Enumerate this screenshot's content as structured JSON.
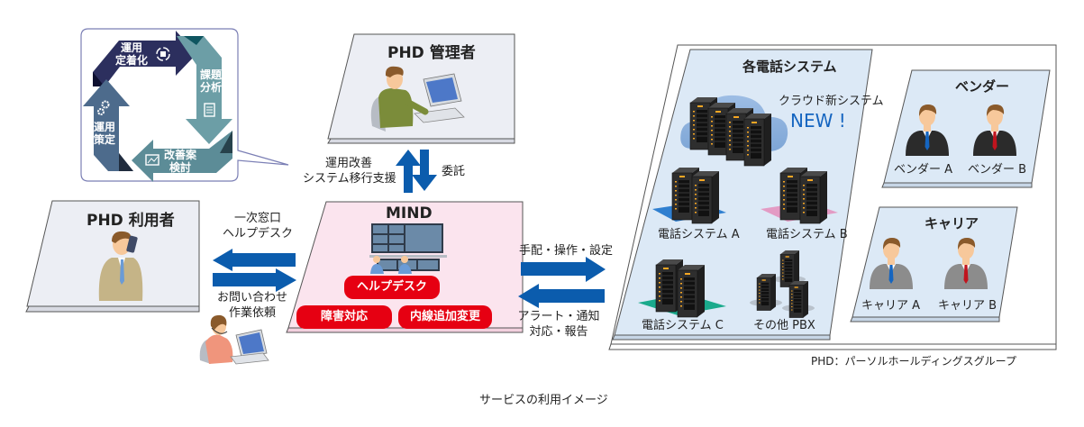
{
  "caption": "サービスの利用イメージ",
  "footnote": "PHD：パーソルホールディングスグループ",
  "colors": {
    "arrow_blue": "#0b5cad",
    "mind_pink": "#fbe4ee",
    "panel_gray": "#eceef4",
    "system_blue": "#dce9f6",
    "pill_red": "#e60012",
    "new_blue": "#1565c0",
    "cycle_navy": "#2c2f5e",
    "cycle_teal": "#6c9ea6",
    "cycle_slate": "#4d6b8c"
  },
  "cycle_callout": {
    "steps": [
      {
        "label": "運用\n定着化",
        "icon": "cycle-icon"
      },
      {
        "label": "課題\n分析",
        "icon": "clipboard-icon"
      },
      {
        "label": "改善案\n検討",
        "icon": "chart-icon"
      },
      {
        "label": "運用\n策定",
        "icon": "gears-icon"
      }
    ]
  },
  "admin_panel": {
    "title": "PHD 管理者",
    "figure": "man-at-laptop-icon"
  },
  "user_panel": {
    "title": "PHD 利用者",
    "figure": "man-on-phone-icon"
  },
  "mind_panel": {
    "title": "MIND",
    "figure": "operations-center-icon",
    "services": [
      "ヘルプデスク",
      "障害対応",
      "内線追加変更"
    ]
  },
  "arrows": {
    "admin_up_label": "運用改善\nシステム移行支援",
    "admin_down_label": "委託",
    "user_top_label": "一次窓口\nヘルプデスク",
    "user_bottom_label": "お問い合わせ\n作業依頼",
    "system_top_label": "手配・操作・設定",
    "system_bottom_label": "アラート・通知\n対応・報告"
  },
  "helpdesk_figure": "operator-with-headset-icon",
  "phone_systems": {
    "title": "各電話システム",
    "cloud": {
      "label": "クラウド新システム",
      "badge": "NEW !"
    },
    "systems": [
      "電話システム A",
      "電話システム B",
      "電話システム C",
      "その他 PBX"
    ]
  },
  "vendors": {
    "title": "ベンダー",
    "members": [
      "ベンダー A",
      "ベンダー B"
    ]
  },
  "carriers": {
    "title": "キャリア",
    "members": [
      "キャリア A",
      "キャリア B"
    ]
  }
}
